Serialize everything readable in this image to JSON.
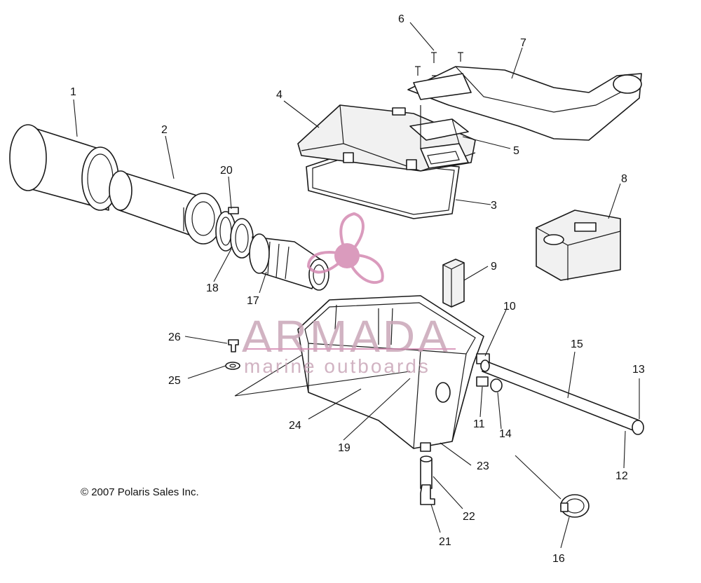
{
  "callouts": [
    "1",
    "2",
    "3",
    "4",
    "5",
    "6",
    "7",
    "8",
    "9",
    "10",
    "11",
    "12",
    "13",
    "14",
    "15",
    "16",
    "17",
    "18",
    "19",
    "20",
    "21",
    "22",
    "23",
    "24",
    "25",
    "26"
  ],
  "copyright": "© 2007 Polaris Sales Inc.",
  "watermark": {
    "title": "ARMADA",
    "subtitle": "marine outboards",
    "color": "#d48ab2",
    "icon": "propeller-logo-icon"
  },
  "colors": {
    "line": "#1a1a1a",
    "background": "#ffffff"
  }
}
